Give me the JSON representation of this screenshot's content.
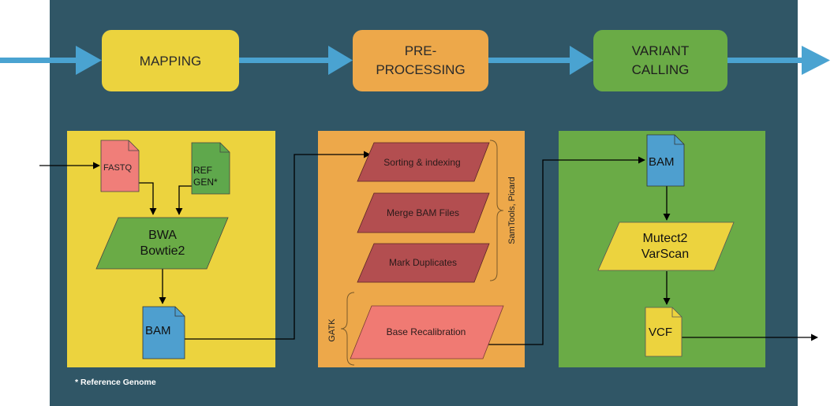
{
  "colors": {
    "background": "#305666",
    "yellow": "#ecd33e",
    "orange": "#eda84a",
    "green": "#6aab46",
    "fastq_red": "#f07e79",
    "ref_green": "#5fa84c",
    "bam_blue": "#4e9fcf",
    "step_dark_red": "#b34e50",
    "step_light_red": "#f07a73",
    "flow_arrow": "#4aa3d1"
  },
  "stages": {
    "mapping": {
      "label": "MAPPING"
    },
    "preprocessing": {
      "line1": "PRE-",
      "line2": "PROCESSING"
    },
    "variant_calling": {
      "line1": "VARIANT",
      "line2": "CALLING"
    }
  },
  "mapping_panel": {
    "fastq": "FASTQ",
    "ref_line1": "REF",
    "ref_line2": "GEN*",
    "aligner_line1": "BWA",
    "aligner_line2": "Bowtie2",
    "bam": "BAM",
    "footnote": "* Reference Genome"
  },
  "preprocessing_panel": {
    "steps": [
      "Sorting & indexing",
      "Merge BAM Files",
      "Mark Duplicates",
      "Base Recalibration"
    ],
    "tool_group_label": "SamTools, Picard",
    "gatk_label": "GATK"
  },
  "variant_panel": {
    "bam": "BAM",
    "caller_line1": "Mutect2",
    "caller_line2": "VarScan",
    "vcf": "VCF"
  }
}
